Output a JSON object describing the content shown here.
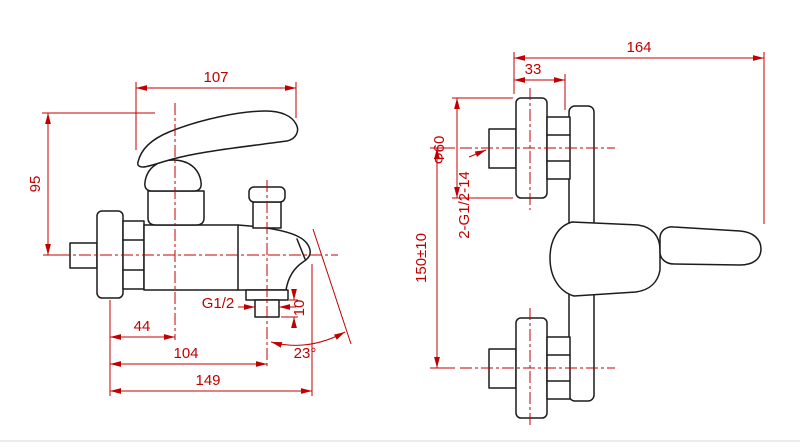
{
  "drawing": {
    "colors": {
      "line": "#1c1c1c",
      "dimension": "#c00000",
      "background": "#ffffff"
    },
    "side_view": {
      "dims": {
        "handle_length": "107",
        "height": "95",
        "wall_to_handle_axis": "44",
        "wall_to_outlet_axis": "104",
        "total_projection": "149",
        "outlet_thread": "G1/2",
        "outlet_drop": "10",
        "spout_angle": "23°"
      }
    },
    "front_view": {
      "dims": {
        "overall_width": "164",
        "eccentric_offset": "33",
        "escutcheon_diameter": "Φ60",
        "inlet_connection": "2-G1/2-14",
        "inlet_centre_distance": "150±10"
      }
    }
  }
}
